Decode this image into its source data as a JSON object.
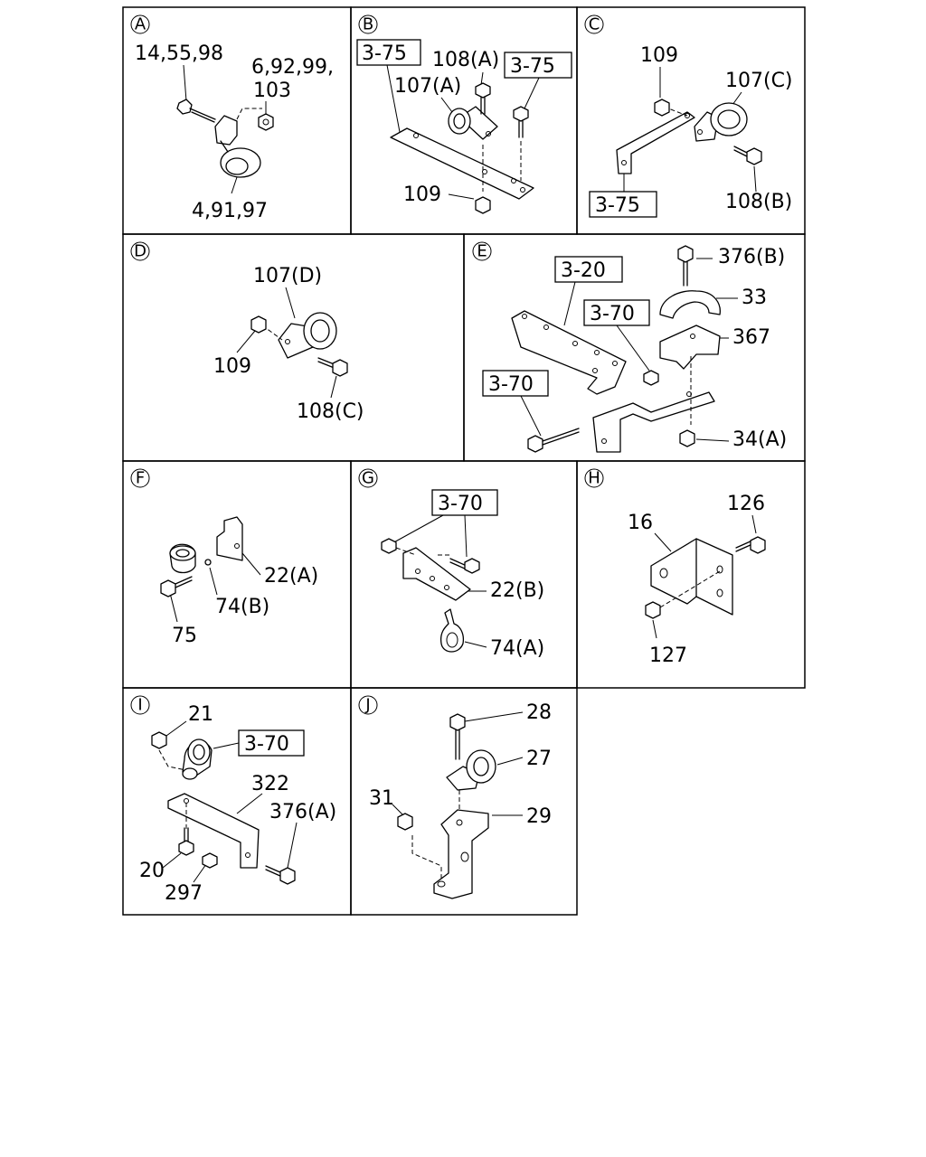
{
  "panels": [
    {
      "id": "A",
      "labels": [
        "14,55,98",
        "6,92,99,",
        "103",
        "4,91,97"
      ]
    },
    {
      "id": "B",
      "labels": [
        "3-75",
        "108(A)",
        "3-75",
        "107(A)",
        "109"
      ]
    },
    {
      "id": "C",
      "labels": [
        "109",
        "107(C)",
        "3-75",
        "108(B)"
      ]
    },
    {
      "id": "D",
      "labels": [
        "107(D)",
        "109",
        "108(C)"
      ]
    },
    {
      "id": "E",
      "labels": [
        "3-20",
        "376(B)",
        "33",
        "3-70",
        "367",
        "3-70",
        "34(A)"
      ]
    },
    {
      "id": "F",
      "labels": [
        "22(A)",
        "74(B)",
        "75"
      ]
    },
    {
      "id": "G",
      "labels": [
        "3-70",
        "22(B)",
        "74(A)"
      ]
    },
    {
      "id": "H",
      "labels": [
        "16",
        "126",
        "127"
      ]
    },
    {
      "id": "I",
      "labels": [
        "21",
        "3-70",
        "322",
        "376(A)",
        "20",
        "297"
      ]
    },
    {
      "id": "J",
      "labels": [
        "28",
        "27",
        "31",
        "29"
      ]
    }
  ]
}
